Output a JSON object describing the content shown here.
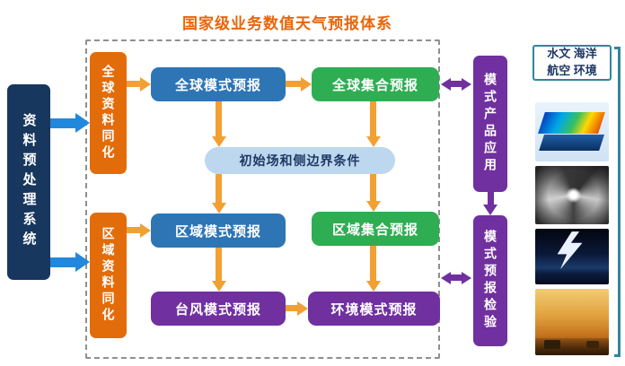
{
  "title": "国家级业务数值天气预报体系",
  "preprocessing": {
    "label": "资料预处理系统"
  },
  "assimilation": {
    "global": {
      "label": "全球资料同化"
    },
    "regional": {
      "label": "区域资料同化"
    }
  },
  "forecast_core": {
    "global_model": {
      "label": "全球模式预报"
    },
    "global_ensemble": {
      "label": "全球集合预报"
    },
    "initial_boundary": {
      "label": "初始场和侧边界条件"
    },
    "regional_model": {
      "label": "区域模式预报"
    },
    "regional_ensemble": {
      "label": "区域集合预报"
    },
    "typhoon_model": {
      "label": "台风模式预报"
    },
    "environment_model": {
      "label": "环境模式预报"
    }
  },
  "outputs": {
    "product_application": {
      "label": "模式产品应用"
    },
    "forecast_verification": {
      "label": "模式预报检验"
    }
  },
  "application_fields": {
    "line1": "水文 海洋",
    "line2": "航空 环境"
  },
  "images": [
    {
      "name": "ocean-3d-visualization"
    },
    {
      "name": "typhoon-satellite-image"
    },
    {
      "name": "lightning-storm-photo"
    },
    {
      "name": "dust-storm-photo"
    }
  ],
  "colors": {
    "title_text": "#E8650A",
    "preprocessing_box": "#17375E",
    "assimilation_box": "#E36C0A",
    "model_box_blue": "#2E75B6",
    "ensemble_box_green": "#2FAD52",
    "special_box_purple": "#7030A0",
    "initial_pill": "#BDD7EE",
    "arrow_orange": "#F2A033",
    "arrow_blue": "#2288DD",
    "arrow_purple": "#7030A0",
    "bracket_teal": "#31859C"
  }
}
